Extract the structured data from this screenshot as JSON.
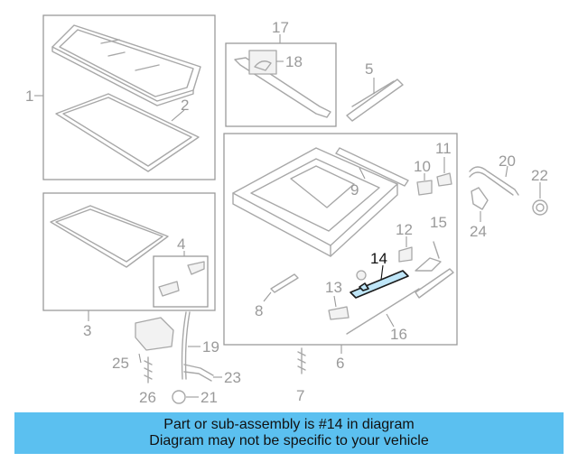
{
  "callouts": {
    "c1": "1",
    "c2": "2",
    "c3": "3",
    "c4": "4",
    "c5": "5",
    "c6": "6",
    "c7": "7",
    "c8": "8",
    "c9": "9",
    "c10": "10",
    "c11": "11",
    "c12": "12",
    "c13": "13",
    "c14": "14",
    "c15": "15",
    "c16": "16",
    "c17": "17",
    "c18": "18",
    "c19": "19",
    "c20": "20",
    "c21": "21",
    "c22": "22",
    "c23": "23",
    "c24": "24",
    "c25": "25",
    "c26": "26"
  },
  "highlight": {
    "part_number": "14",
    "color": "#5bc0f0"
  },
  "banner": {
    "line1": "Part or sub-assembly is #14 in diagram",
    "line2": "Diagram may not be specific to your vehicle"
  }
}
